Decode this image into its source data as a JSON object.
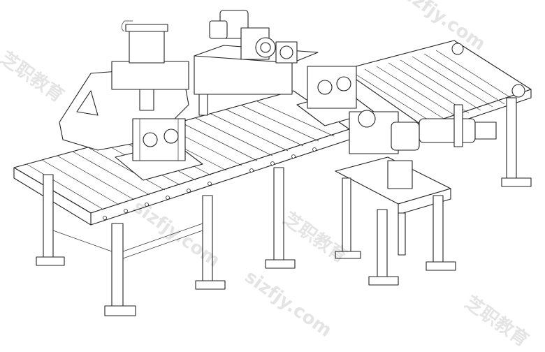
{
  "watermarks": [
    "sizfjy.com",
    "sizfjy.com",
    "sizfjy.com",
    "芝职教育",
    "芝职教育",
    "芝职教育"
  ],
  "colors": {
    "line": "#222222",
    "background": "#ffffff"
  }
}
